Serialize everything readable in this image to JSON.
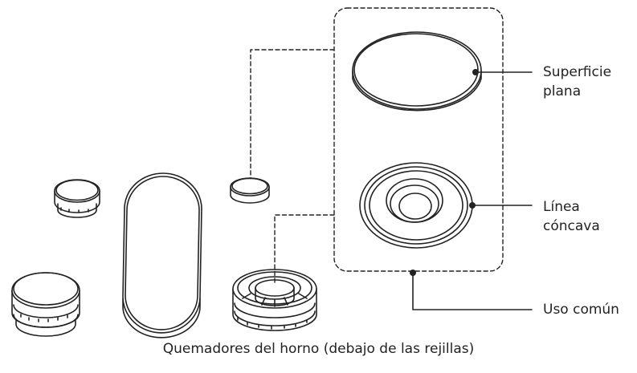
{
  "labels": {
    "flat_surface_line1": "Superficie",
    "flat_surface_line2": "plana",
    "concave_line_line1": "Línea",
    "concave_line_line2": "cóncava",
    "common_use": "Uso común"
  },
  "caption": "Quemadores del horno (debajo de las rejillas)",
  "colors": {
    "stroke": "#222222",
    "fill": "#ffffff"
  }
}
